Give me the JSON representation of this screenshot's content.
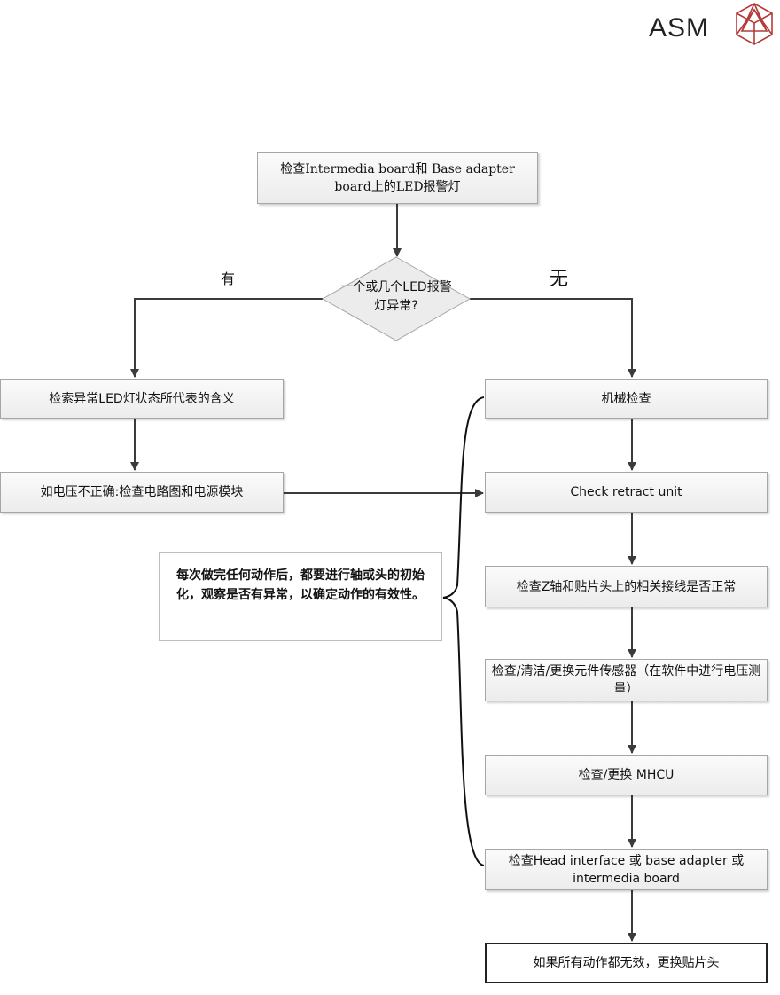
{
  "logo": {
    "text": "ASM"
  },
  "nodes": {
    "start": "检查Intermedia board和 Base adapter board上的LED报警灯",
    "decision": "一个或几个LED报警灯异常?",
    "left1": "检索异常LED灯状态所代表的含义",
    "left2": "如电压不正确:检查电路图和电源模块",
    "right1": "机械检查",
    "right2": "Check retract unit",
    "right3": "检查Z轴和贴片头上的相关接线是否正常",
    "right4": "检查/清洁/更换元件传感器（在软件中进行电压测量）",
    "right5": "检查/更换 MHCU",
    "right6": "检查Head interface 或 base adapter 或 intermedia board",
    "final": "如果所有动作都无效，更换贴片头",
    "note": "每次做完任何动作后，都要进行轴或头的初始化，观察是否有异常，以确定动作的有效性。"
  },
  "labels": {
    "yes": "有",
    "no": "无"
  }
}
